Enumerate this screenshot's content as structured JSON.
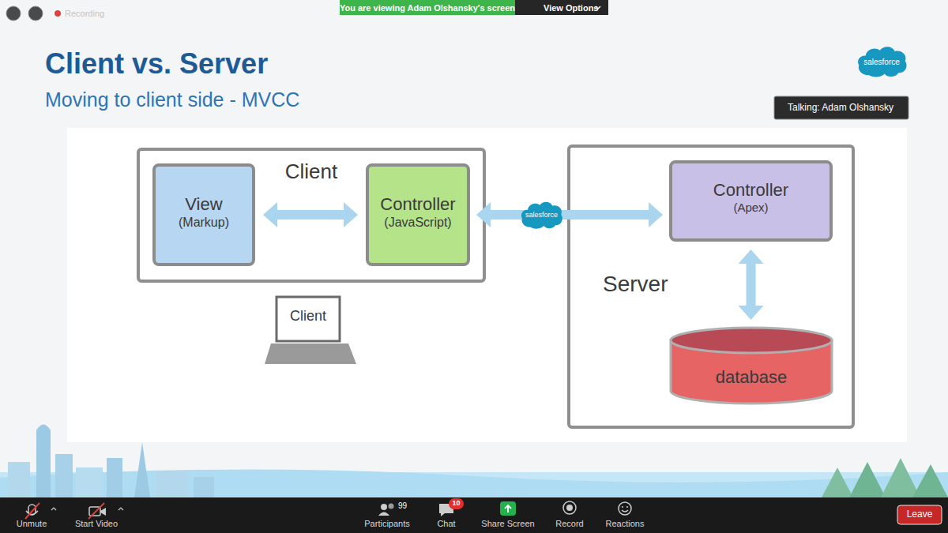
{
  "diagram": {
    "title": "Client vs. Server",
    "nodes": [
      {
        "text": [
          "Client"
        ]
      },
      {
        "text": [
          "View",
          "(Markup)"
        ],
        "in": 0
      },
      {
        "text": [
          "Controller",
          "(JavaScript)"
        ],
        "in": 0
      },
      {
        "text": [
          "Client"
        ]
      },
      {
        "text": [
          "Server"
        ]
      },
      {
        "text": [
          "Controller",
          "(Apex)"
        ],
        "in": 4
      },
      {
        "text": [
          "database"
        ],
        "in": 4
      }
    ],
    "edges": [
      {
        "from": 1,
        "to": 2,
        "arrow": "both"
      },
      {
        "from": 2,
        "to": 5,
        "arrow": "both",
        "label": "salesforce"
      },
      {
        "from": 5,
        "to": 6,
        "arrow": "both"
      }
    ],
    "labels": [
      "Moving to client side - MVCC",
      "salesforce",
      "Recording",
      "You are viewing Adam Olshansky's screen",
      "View Options",
      "Talking: Adam Olshansky",
      "Unmute",
      "Start Video",
      "99",
      "Participants",
      "10",
      "Chat",
      "Share Screen",
      "Record",
      "Reactions",
      "Leave"
    ]
  }
}
